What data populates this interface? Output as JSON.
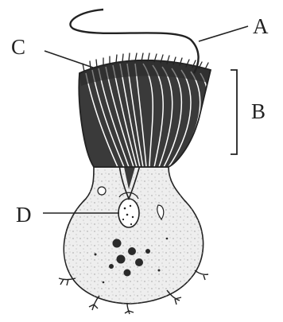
{
  "diagram": {
    "labels": {
      "a": "A",
      "b": "B",
      "c": "C",
      "d": "D"
    },
    "colors": {
      "ink": "#222222",
      "wall": "#3a3a3a",
      "cytoplasm": "#eeeeee",
      "background": "#ffffff"
    }
  }
}
